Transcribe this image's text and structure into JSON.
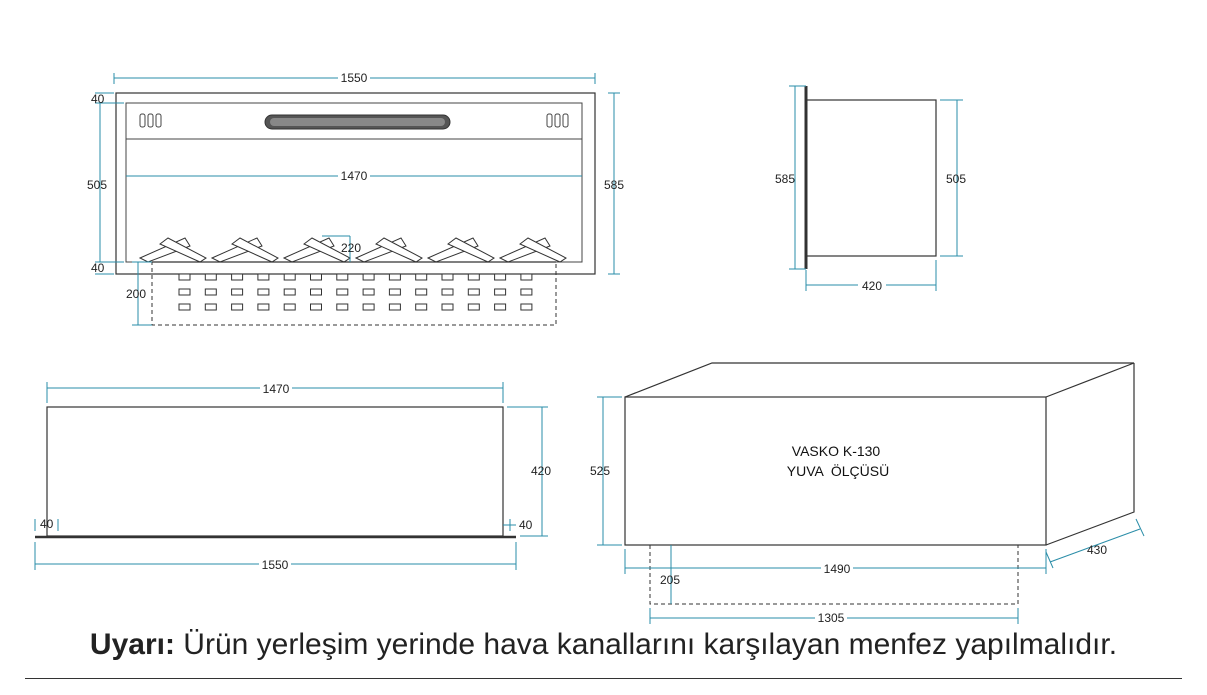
{
  "front_view": {
    "width_outer": "1550",
    "width_inner": "1470",
    "height_total": "585",
    "height_inner": "505",
    "frame_top": "40",
    "frame_bottom": "40",
    "vent_height": "200",
    "log_depth": "220"
  },
  "side_view": {
    "height_total": "585",
    "height_body": "505",
    "depth": "420"
  },
  "top_view": {
    "width_inner": "1470",
    "width_outer": "1550",
    "height": "420",
    "margin_left": "40",
    "margin_right": "40"
  },
  "niche_view": {
    "title_line1": "VASKO K-130",
    "title_line2": "YUVA  ÖLÇÜSÜ",
    "height": "525",
    "width": "1490",
    "depth": "430",
    "vent_height": "205",
    "vent_width": "1305"
  },
  "warning": {
    "label": "Uyarı:",
    "text": " Ürün yerleşim yerinde hava kanallarını karşılayan menfez yapılmalıdır."
  },
  "colors": {
    "dimension": "#2a8da8",
    "outline": "#333333"
  }
}
